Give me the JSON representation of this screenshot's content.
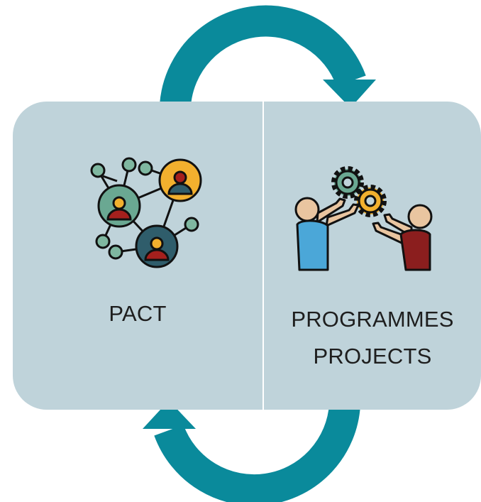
{
  "cycle": {
    "left": {
      "label": "PACT",
      "icon": "network-people-icon"
    },
    "right": {
      "label_line1": "PROGRAMMES",
      "label_line2": "PROJECTS",
      "icon": "teamwork-gears-icon"
    }
  },
  "colors": {
    "arrow": "#0a8a9b",
    "panel": "#bfd3da",
    "text": "#1e1e1e"
  }
}
